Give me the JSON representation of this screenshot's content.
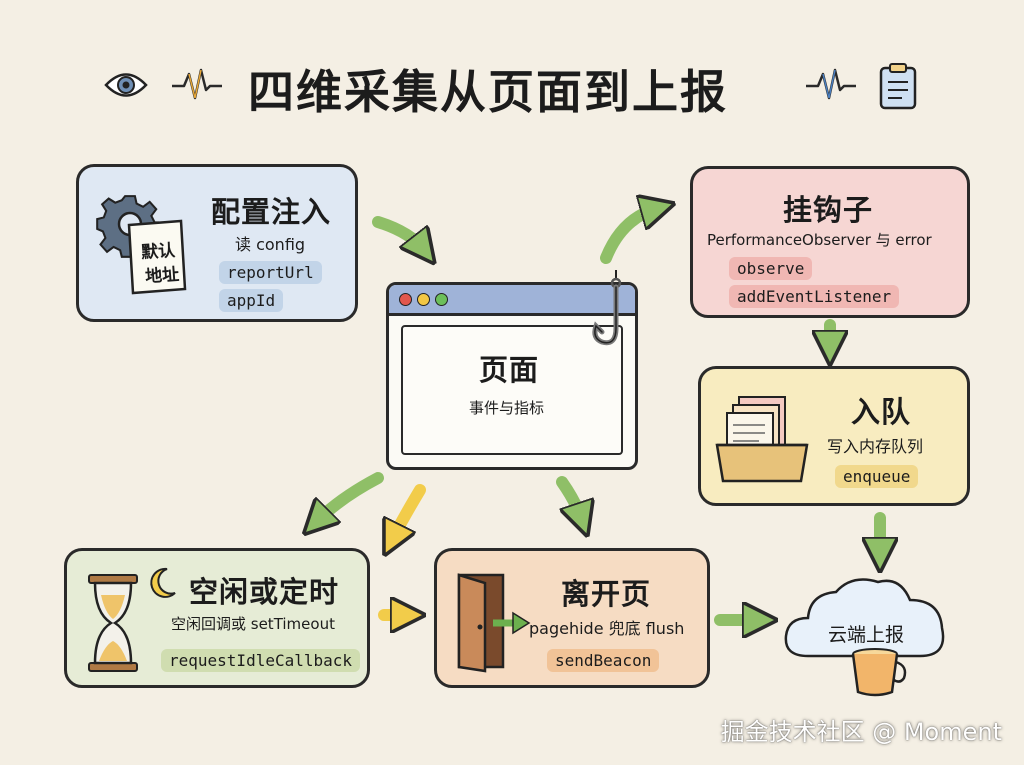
{
  "title": "四维采集从页面到上报",
  "header_icons": [
    "eye-icon",
    "pulse-icon",
    "pulse-icon",
    "clipboard-icon"
  ],
  "config_card": {
    "title": "配置注入",
    "subtitle": "读 config",
    "note": [
      "默认",
      "地址"
    ],
    "pills": [
      "reportUrl",
      "appId"
    ],
    "icons": [
      "gear-icon",
      "note-icon"
    ]
  },
  "page_card": {
    "title": "页面",
    "subtitle": "事件与指标",
    "icons": [
      "browser-window-icon",
      "fish-hook-icon"
    ]
  },
  "hook_card": {
    "title": "挂钩子",
    "subtitle": "PerformanceObserver 与 error",
    "pills": [
      "observe",
      "addEventListener"
    ]
  },
  "queue_card": {
    "title": "入队",
    "subtitle": "写入内存队列",
    "pills": [
      "enqueue"
    ],
    "icons": [
      "file-tray-icon"
    ]
  },
  "idle_card": {
    "title": "空闲或定时",
    "subtitle": "空闲回调或 setTimeout",
    "pills": [
      "requestIdleCallback"
    ],
    "icons": [
      "hourglass-icon",
      "moon-icon"
    ]
  },
  "leave_card": {
    "title": "离开页",
    "subtitle": "pagehide 兜底 flush",
    "pills": [
      "sendBeacon"
    ],
    "icons": [
      "door-icon"
    ]
  },
  "cloud": {
    "label": "云端上报",
    "icons": [
      "cloud-icon",
      "bucket-icon"
    ]
  },
  "watermark": "掘金技术社区 @ Moment",
  "colors": {
    "background": "#f4efe4",
    "config": "#dfe8f3",
    "hook": "#f6d6d3",
    "queue": "#f8ecc0",
    "idle": "#e6ecd6",
    "leave": "#f6dcc3",
    "arrow_green": "#8fbf67",
    "arrow_yellow": "#f2cc4a"
  }
}
